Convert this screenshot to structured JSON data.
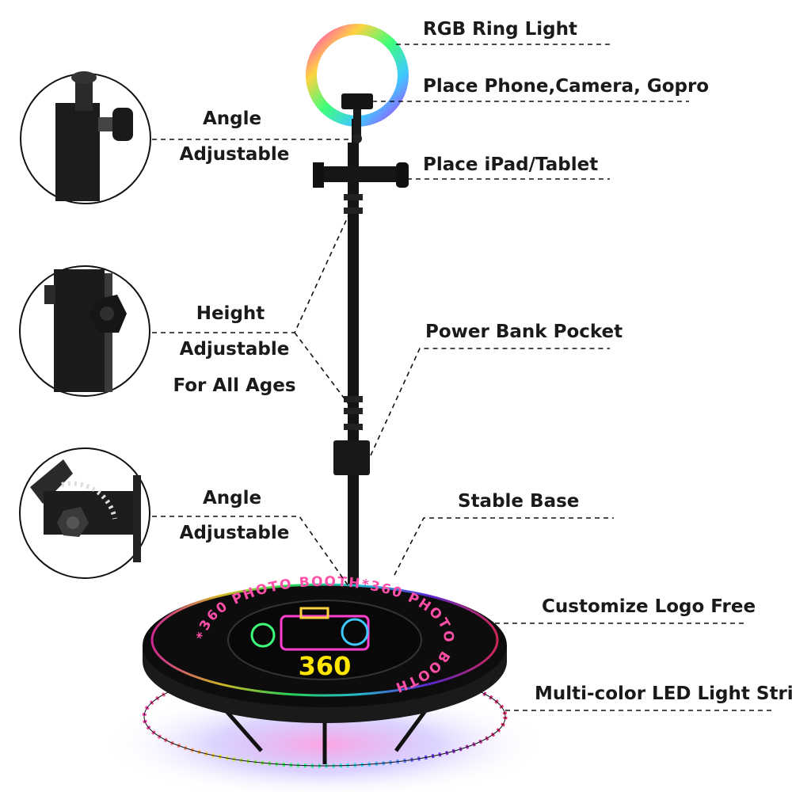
{
  "labels": {
    "ring_light": "RGB Ring Light",
    "phone": "Place Phone,Camera, Gopro",
    "tablet": "Place iPad/Tablet",
    "angle_top_1": "Angle",
    "angle_top_2": "Adjustable",
    "height_1": "Height",
    "height_2": "Adjustable",
    "height_3": "For All Ages",
    "power_bank": "Power Bank Pocket",
    "angle_bottom_1": "Angle",
    "angle_bottom_2": "Adjustable",
    "stable_base": "Stable Base",
    "logo": "Customize Logo Free",
    "led": "Multi-color LED Light Strip"
  },
  "platform": {
    "ring_text": "*360 PHOTO BOOTH*360 PHOTO BOOTH",
    "center_number": "360"
  },
  "colors": {
    "text": "#1a1a1a",
    "pole": "#111111",
    "platform": "#0d0d0d",
    "logo_yellow": "#ffe600"
  }
}
